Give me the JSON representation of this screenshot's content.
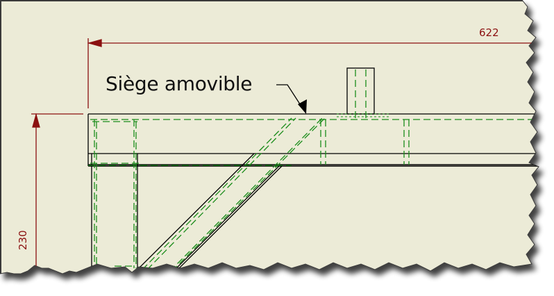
{
  "drawing": {
    "background_color": "#ecebd7",
    "visible_line_color": "#000000",
    "hidden_line_color": "#1a8c1a",
    "dimension_color": "#8b1010",
    "callout_label": "Siège amovible",
    "dimensions": {
      "horizontal": "622",
      "vertical": "230"
    }
  }
}
